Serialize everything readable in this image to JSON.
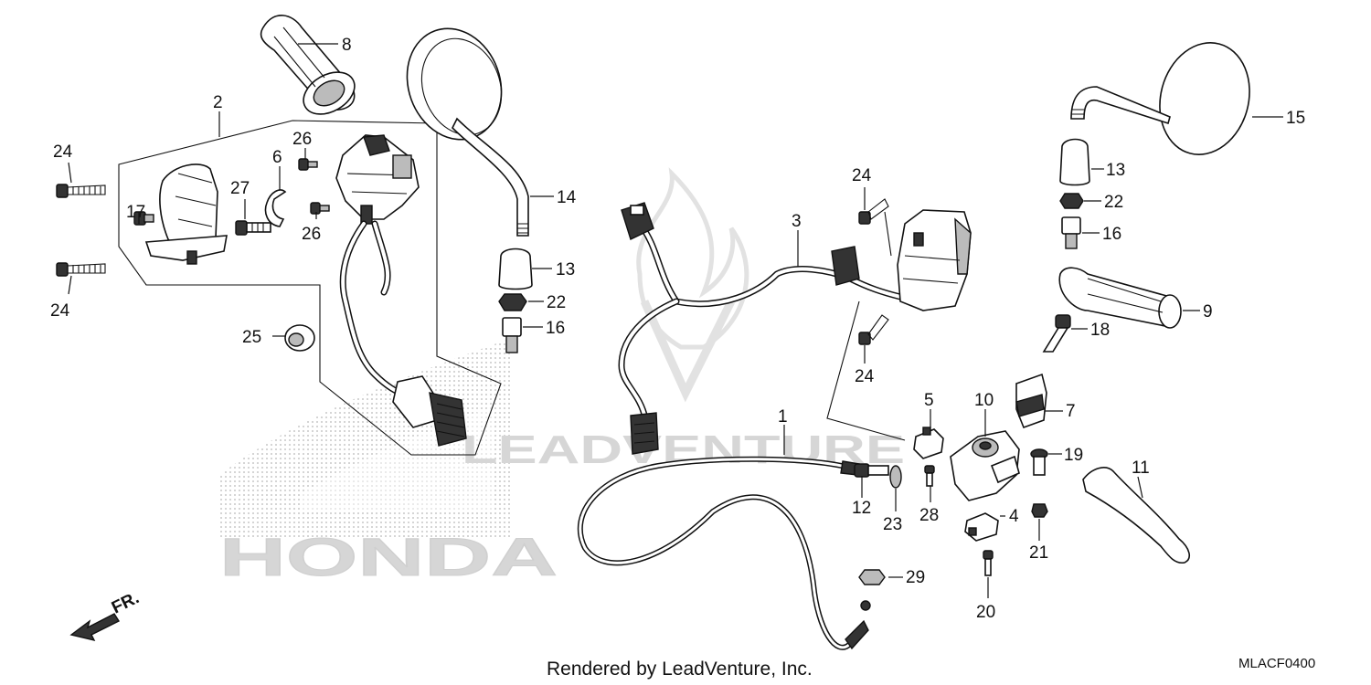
{
  "footer": {
    "rendered_by": "Rendered by LeadVenture, Inc.",
    "diagram_code": "MLACF0400"
  },
  "watermark": {
    "brand": "HONDA",
    "lead": "LEADVENTURE"
  },
  "direction": {
    "label": "FR."
  },
  "callouts": [
    {
      "id": "c1",
      "label": "1"
    },
    {
      "id": "c2",
      "label": "2"
    },
    {
      "id": "c3",
      "label": "3"
    },
    {
      "id": "c4",
      "label": "4"
    },
    {
      "id": "c5",
      "label": "5"
    },
    {
      "id": "c6",
      "label": "6"
    },
    {
      "id": "c7",
      "label": "7"
    },
    {
      "id": "c8",
      "label": "8"
    },
    {
      "id": "c9",
      "label": "9"
    },
    {
      "id": "c10",
      "label": "10"
    },
    {
      "id": "c11",
      "label": "11"
    },
    {
      "id": "c12",
      "label": "12"
    },
    {
      "id": "c13a",
      "label": "13"
    },
    {
      "id": "c13b",
      "label": "13"
    },
    {
      "id": "c14",
      "label": "14"
    },
    {
      "id": "c15",
      "label": "15"
    },
    {
      "id": "c16a",
      "label": "16"
    },
    {
      "id": "c16b",
      "label": "16"
    },
    {
      "id": "c17",
      "label": "17"
    },
    {
      "id": "c18",
      "label": "18"
    },
    {
      "id": "c19",
      "label": "19"
    },
    {
      "id": "c20",
      "label": "20"
    },
    {
      "id": "c21",
      "label": "21"
    },
    {
      "id": "c22a",
      "label": "22"
    },
    {
      "id": "c22b",
      "label": "22"
    },
    {
      "id": "c23",
      "label": "23"
    },
    {
      "id": "c24a",
      "label": "24"
    },
    {
      "id": "c24b",
      "label": "24"
    },
    {
      "id": "c24c",
      "label": "24"
    },
    {
      "id": "c24d",
      "label": "24"
    },
    {
      "id": "c25",
      "label": "25"
    },
    {
      "id": "c26a",
      "label": "26"
    },
    {
      "id": "c26b",
      "label": "26"
    },
    {
      "id": "c27",
      "label": "27"
    },
    {
      "id": "c28",
      "label": "28"
    },
    {
      "id": "c29",
      "label": "29"
    }
  ]
}
